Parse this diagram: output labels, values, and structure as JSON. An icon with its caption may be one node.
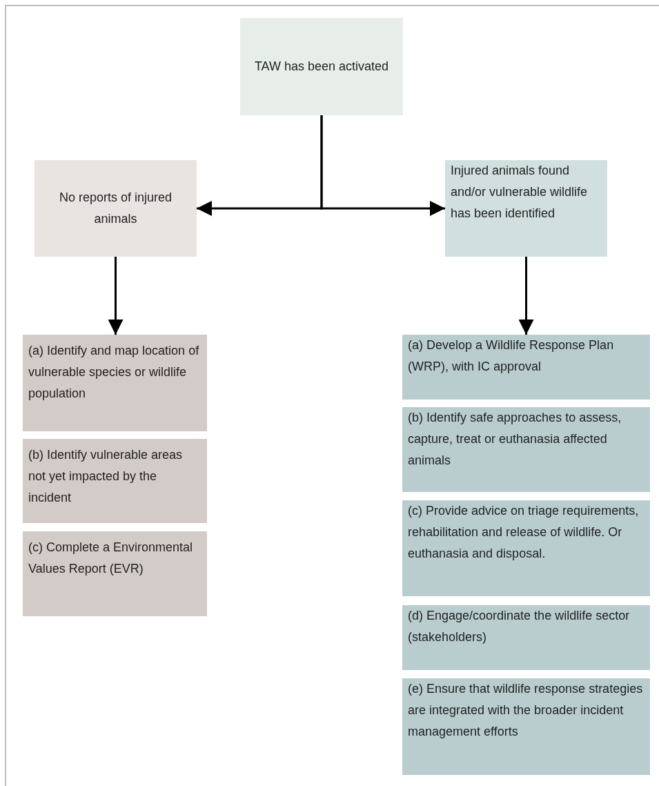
{
  "diagram": {
    "nodes": [
      {
        "text": [
          "TAW has been activated"
        ]
      },
      {
        "text": [
          "No reports of injured animals"
        ]
      },
      {
        "text": [
          "Injured animals found and/or vulnerable wildlife has been identified"
        ]
      },
      {
        "text": [
          "(a) Identify and map location of vulnerable species or wildlife population"
        ]
      },
      {
        "text": [
          "(b) Identify vulnerable areas not yet impacted by the incident"
        ]
      },
      {
        "text": [
          "(c) Complete a Environmental Values Report (EVR)"
        ]
      },
      {
        "text": [
          "(a) Develop a Wildlife Response Plan (WRP), with IC approval"
        ]
      },
      {
        "text": [
          "(b) Identify safe approaches to assess, capture, treat or euthanasia affected animals"
        ]
      },
      {
        "text": [
          "(c) Provide advice on triage requirements, rehabilitation and release of wildlife. Or euthanasia and disposal."
        ]
      },
      {
        "text": [
          "(d) Engage/coordinate the wildlife sector (stakeholders)"
        ]
      },
      {
        "text": [
          "(e) Ensure that wildlife response strategies are integrated with the broader incident management efforts"
        ]
      }
    ],
    "edges": [
      {
        "from": 0,
        "to": 1,
        "arrow": "to"
      },
      {
        "from": 0,
        "to": 2,
        "arrow": "to"
      },
      {
        "from": 1,
        "to": 3,
        "arrow": "to"
      },
      {
        "from": 2,
        "to": 6,
        "arrow": "to"
      }
    ]
  }
}
